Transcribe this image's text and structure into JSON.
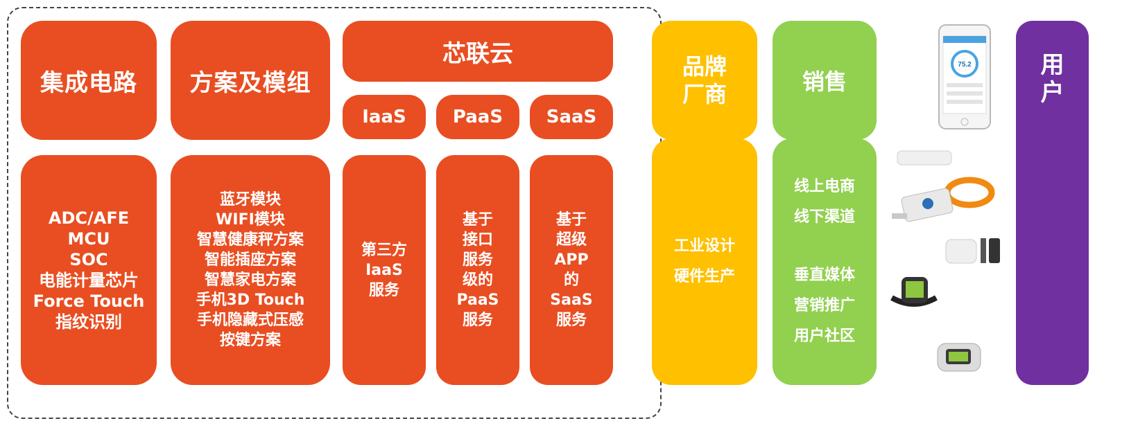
{
  "chip": {
    "title": "集成电路",
    "items": [
      "ADC/AFE",
      "MCU",
      "SOC",
      "电能计量芯片",
      "Force Touch",
      "指纹识别"
    ]
  },
  "solution": {
    "title": "方案及模组",
    "items": [
      "蓝牙模块",
      "WIFI模块",
      "智慧健康秤方案",
      "智能插座方案",
      "智慧家电方案",
      "手机3D Touch",
      "手机隐藏式压感",
      "按键方案"
    ]
  },
  "cloud": {
    "title": "芯联云",
    "tabs": [
      "IaaS",
      "PaaS",
      "SaaS"
    ],
    "iaas_desc": [
      "第三方",
      "IaaS",
      "服务"
    ],
    "paas_desc": [
      "基于",
      "接口",
      "服务",
      "级的",
      "PaaS",
      "服务"
    ],
    "saas_desc": [
      "基于",
      "超级",
      "APP",
      "的",
      "SaaS",
      "服务"
    ]
  },
  "brand": {
    "title_lines": [
      "品牌",
      "厂商"
    ],
    "items": [
      "工业设计",
      "硬件生产"
    ]
  },
  "sales": {
    "title": "销售",
    "items_top": [
      "线上电商",
      "线下渠道"
    ],
    "items_bottom": [
      "垂直媒体",
      "营销推广",
      "用户社区"
    ]
  },
  "user": {
    "title_chars": [
      "用",
      "户"
    ]
  },
  "devices": {
    "phone_reading": "75.2",
    "phone_icon": "smartphone-icon",
    "scale_icon": "smart-scale-icon",
    "band_icon": "fitness-band-icon",
    "reader_icon": "phone-accessory-icon",
    "cuff_icon": "bp-monitor-icon",
    "watch_icon": "sport-watch-icon",
    "oximeter_icon": "pulse-oximeter-icon"
  },
  "colors": {
    "orange": "#E84E22",
    "yellow": "#FFC000",
    "green": "#92D050",
    "purple": "#7030A0"
  }
}
